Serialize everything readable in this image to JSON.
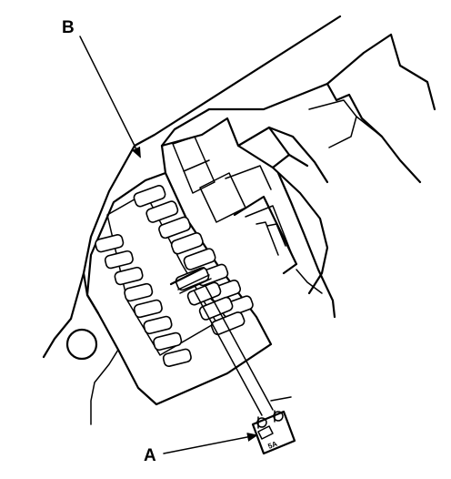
{
  "labels": {
    "a": "A",
    "b": "B",
    "fuse_rating": "5A"
  },
  "colors": {
    "line": "#000000",
    "background": "#ffffff"
  }
}
